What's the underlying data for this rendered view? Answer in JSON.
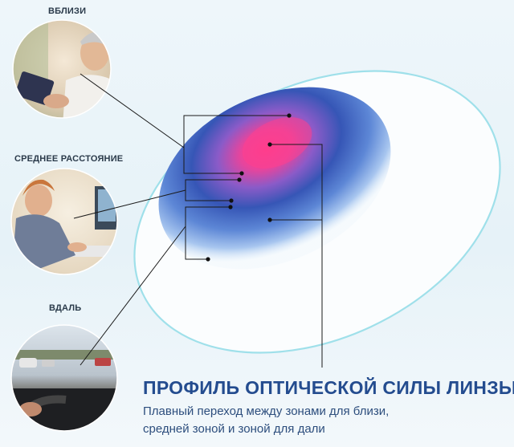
{
  "labels": {
    "near": "ВБЛИЗИ",
    "intermediate": "СРЕДНЕЕ РАССТОЯНИЕ",
    "far": "ВДАЛЬ"
  },
  "title": "ПРОФИЛЬ ОПТИЧЕСКОЙ СИЛЫ ЛИНЗЫ",
  "subtitle": {
    "line1": "Плавный переход между зонами для близи,",
    "line2": "средней зоной и зоной для дали"
  },
  "colors": {
    "near_zone": "#ff3a8a",
    "lens_blue": "#2c4fb0",
    "lens_rim": "#9fe0ea",
    "title": "#244c8f",
    "leader_line": "#1a1a1a"
  }
}
